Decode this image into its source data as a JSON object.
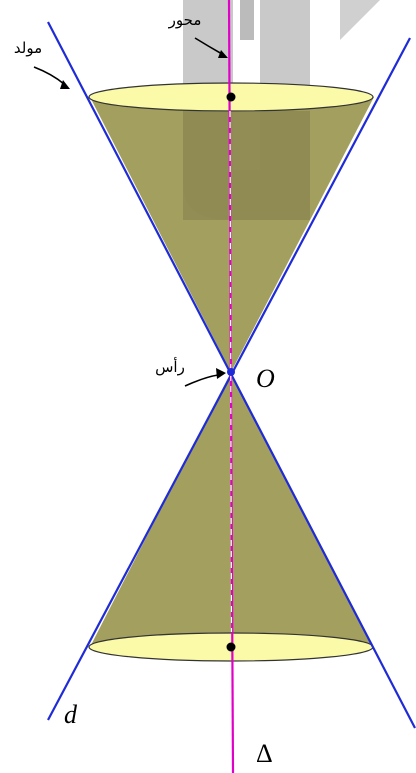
{
  "labels": {
    "axis": "محور",
    "generator": "مولد",
    "vertex": "رأس",
    "vertex_point": "O",
    "line_d": "d",
    "delta": "Δ"
  },
  "colors": {
    "cone_fill": "#9e9a55",
    "ellipse_fill": "#fafaa8",
    "ellipse_stroke": "#333333",
    "generator_line": "#1f2bd6",
    "axis_line": "#e000c8",
    "axis_dashed": "#ffffff",
    "watermark": "#b8b8b8"
  }
}
